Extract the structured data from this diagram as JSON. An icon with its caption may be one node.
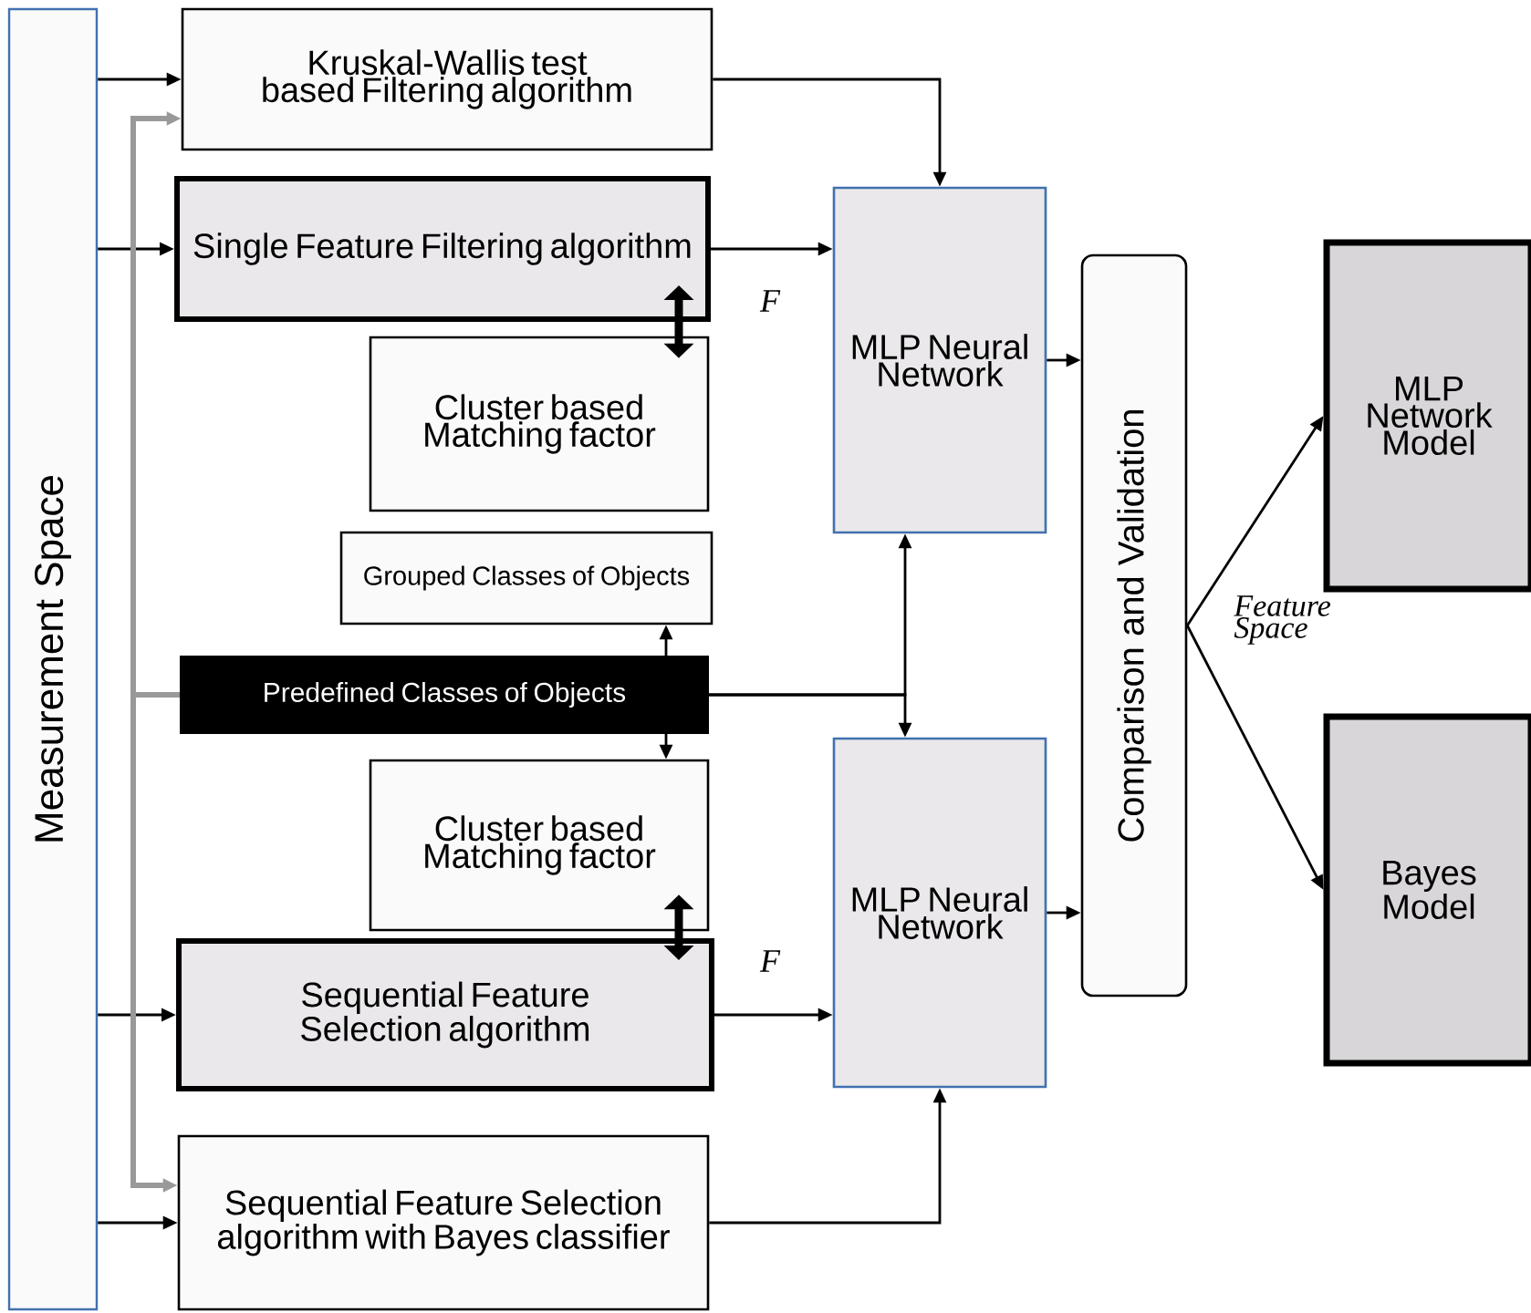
{
  "diagram": {
    "nodes": [
      {
        "text": [
          "Measurement Space"
        ]
      },
      {
        "text": [
          "Kruskal-Wallis test  based Filtering algorithm"
        ]
      },
      {
        "text": [
          "Single Feature Filtering algorithm"
        ]
      },
      {
        "text": [
          "Cluster based Matching factor"
        ]
      },
      {
        "text": [
          "Grouped Classes of Objects"
        ]
      },
      {
        "text": [
          "Predefined Classes of Objects"
        ]
      },
      {
        "text": [
          "Cluster based Matching factor"
        ]
      },
      {
        "text": [
          "Sequential Feature Selection algorithm"
        ]
      },
      {
        "text": [
          "Sequential Feature Selection algorithm with Bayes classifier"
        ]
      },
      {
        "text": [
          "MLP Neural Network"
        ]
      },
      {
        "text": [
          "MLP Neural Network"
        ]
      },
      {
        "text": [
          "Comparison and Validation"
        ]
      },
      {
        "text": [
          "MLP Network Model"
        ]
      },
      {
        "text": [
          "Bayes Model"
        ]
      }
    ],
    "edges": [
      {
        "from": 0,
        "to": 1,
        "arrow": "to"
      },
      {
        "from": 0,
        "to": 2,
        "arrow": "to"
      },
      {
        "from": 0,
        "to": 7,
        "arrow": "to"
      },
      {
        "from": 0,
        "to": 8,
        "arrow": "to"
      },
      {
        "from": 5,
        "to": 1,
        "arrow": "to",
        "style": "thick",
        "color": "#999999"
      },
      {
        "from": 5,
        "to": 8,
        "arrow": "to",
        "style": "thick",
        "color": "#999999"
      },
      {
        "from": 1,
        "to": 9,
        "arrow": "to"
      },
      {
        "from": 2,
        "to": 9,
        "arrow": "to",
        "label": "F"
      },
      {
        "from": 2,
        "to": 3,
        "arrow": "both",
        "style": "thick"
      },
      {
        "from": 5,
        "to": 4,
        "arrow": "to"
      },
      {
        "from": 5,
        "to": 6,
        "arrow": "to"
      },
      {
        "from": 5,
        "to": 9,
        "arrow": "to"
      },
      {
        "from": 5,
        "to": 10,
        "arrow": "to"
      },
      {
        "from": 6,
        "to": 7,
        "arrow": "both",
        "style": "thick"
      },
      {
        "from": 7,
        "to": 10,
        "arrow": "to",
        "label": "F"
      },
      {
        "from": 8,
        "to": 10,
        "arrow": "to"
      },
      {
        "from": 9,
        "to": 11,
        "arrow": "to"
      },
      {
        "from": 10,
        "to": 11,
        "arrow": "to"
      },
      {
        "from": 11,
        "to": 12,
        "arrow": "to"
      },
      {
        "from": 11,
        "to": 13,
        "arrow": "to"
      }
    ],
    "labels": [
      "Feature Space"
    ]
  }
}
